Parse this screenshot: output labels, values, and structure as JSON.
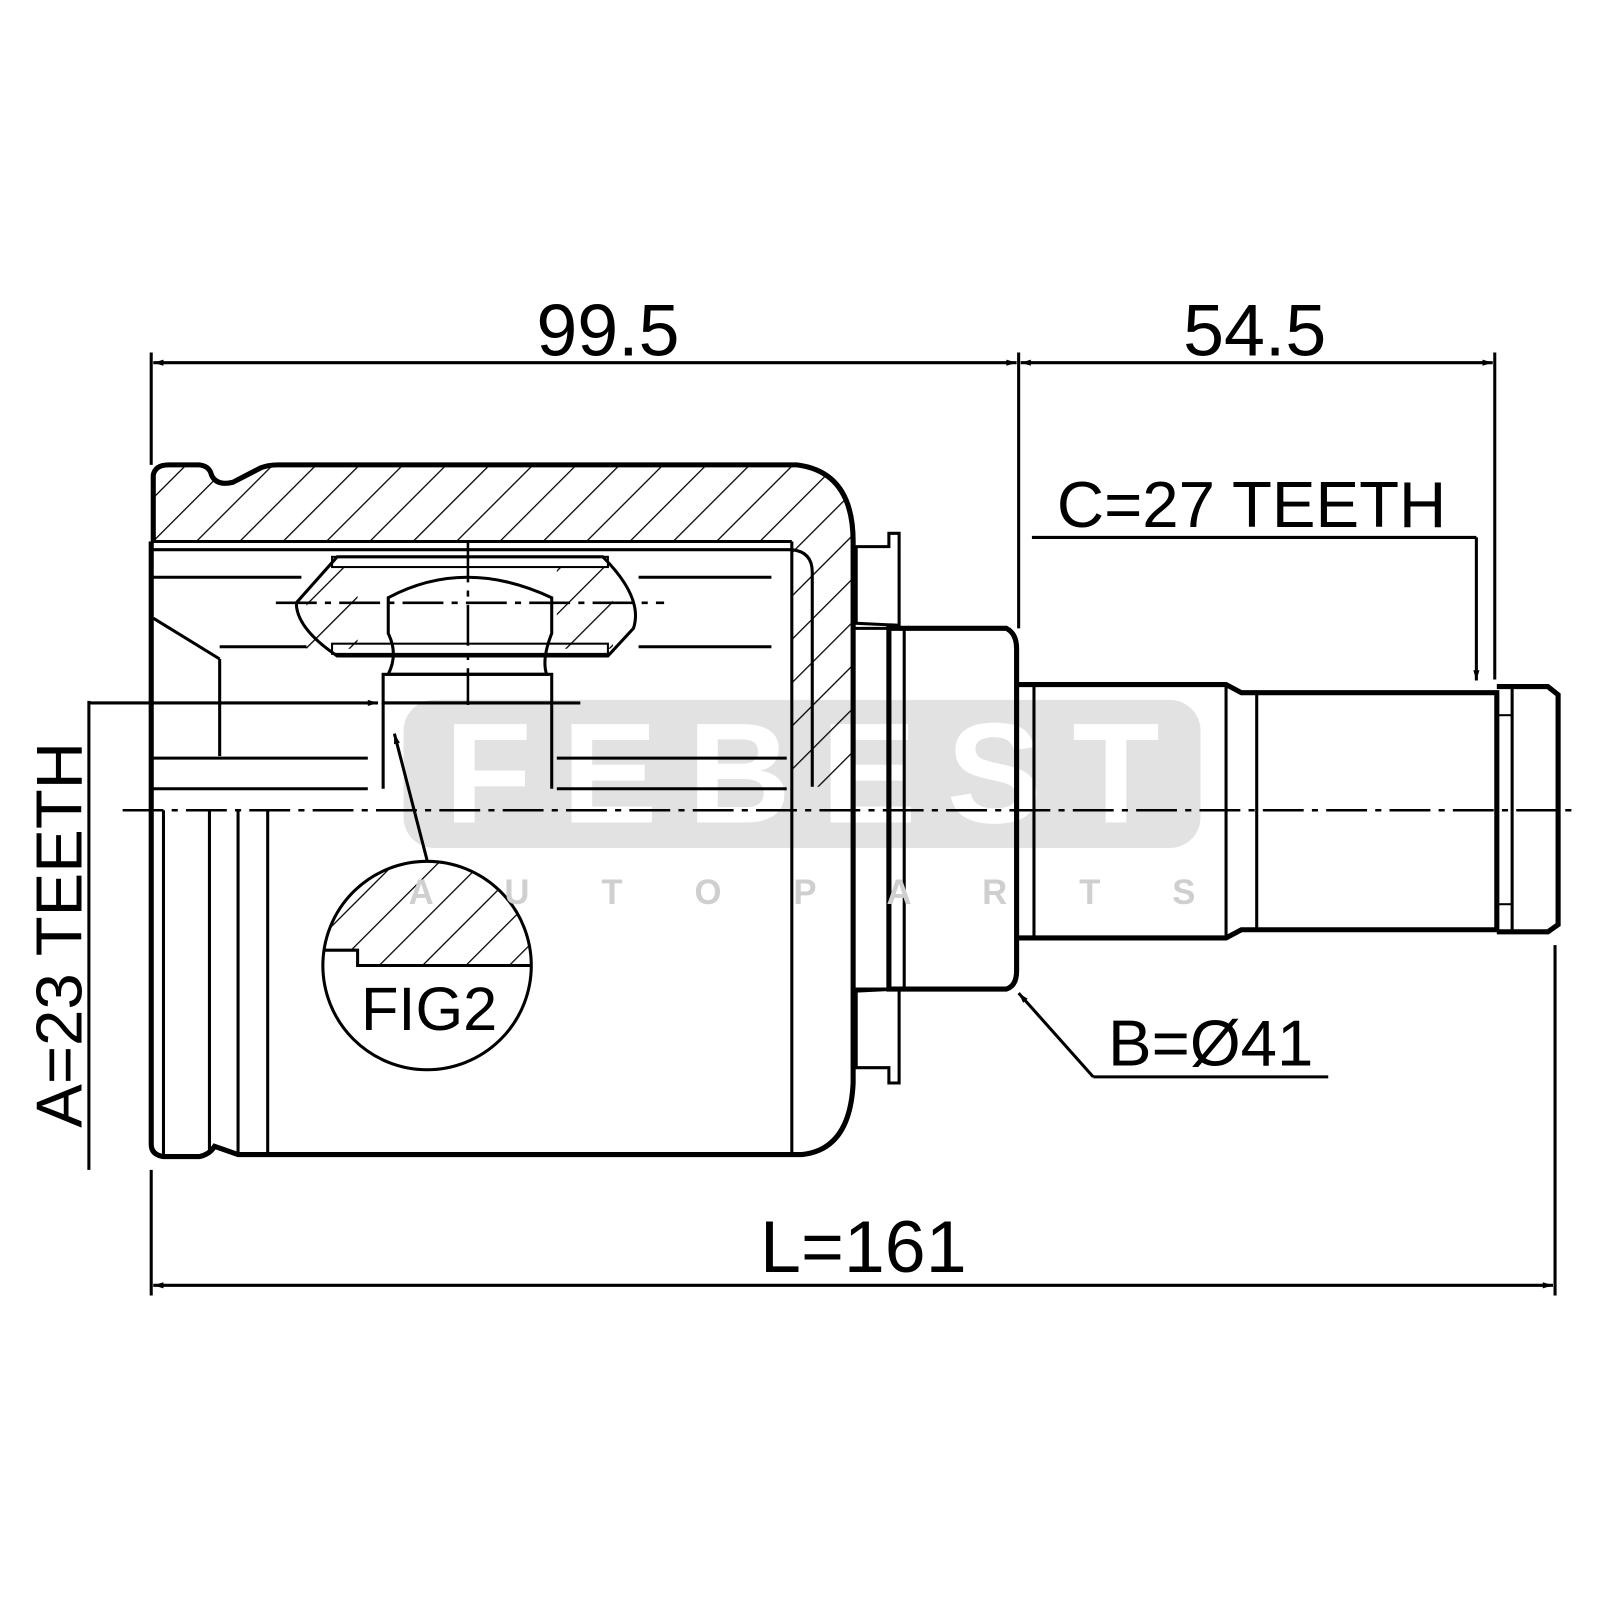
{
  "drawing": {
    "dim_top_left": "99.5",
    "dim_top_right": "54.5",
    "spline_c": "C=27 TEETH",
    "diameter_b": "B=Ø41",
    "spline_a": "A=23 TEETH",
    "length_l": "L=161",
    "detail_label": "FIG2"
  },
  "watermark": {
    "brand": "FEBEST",
    "tagline": "A U T O   P A R T S",
    "color": "#e2e2e2"
  }
}
